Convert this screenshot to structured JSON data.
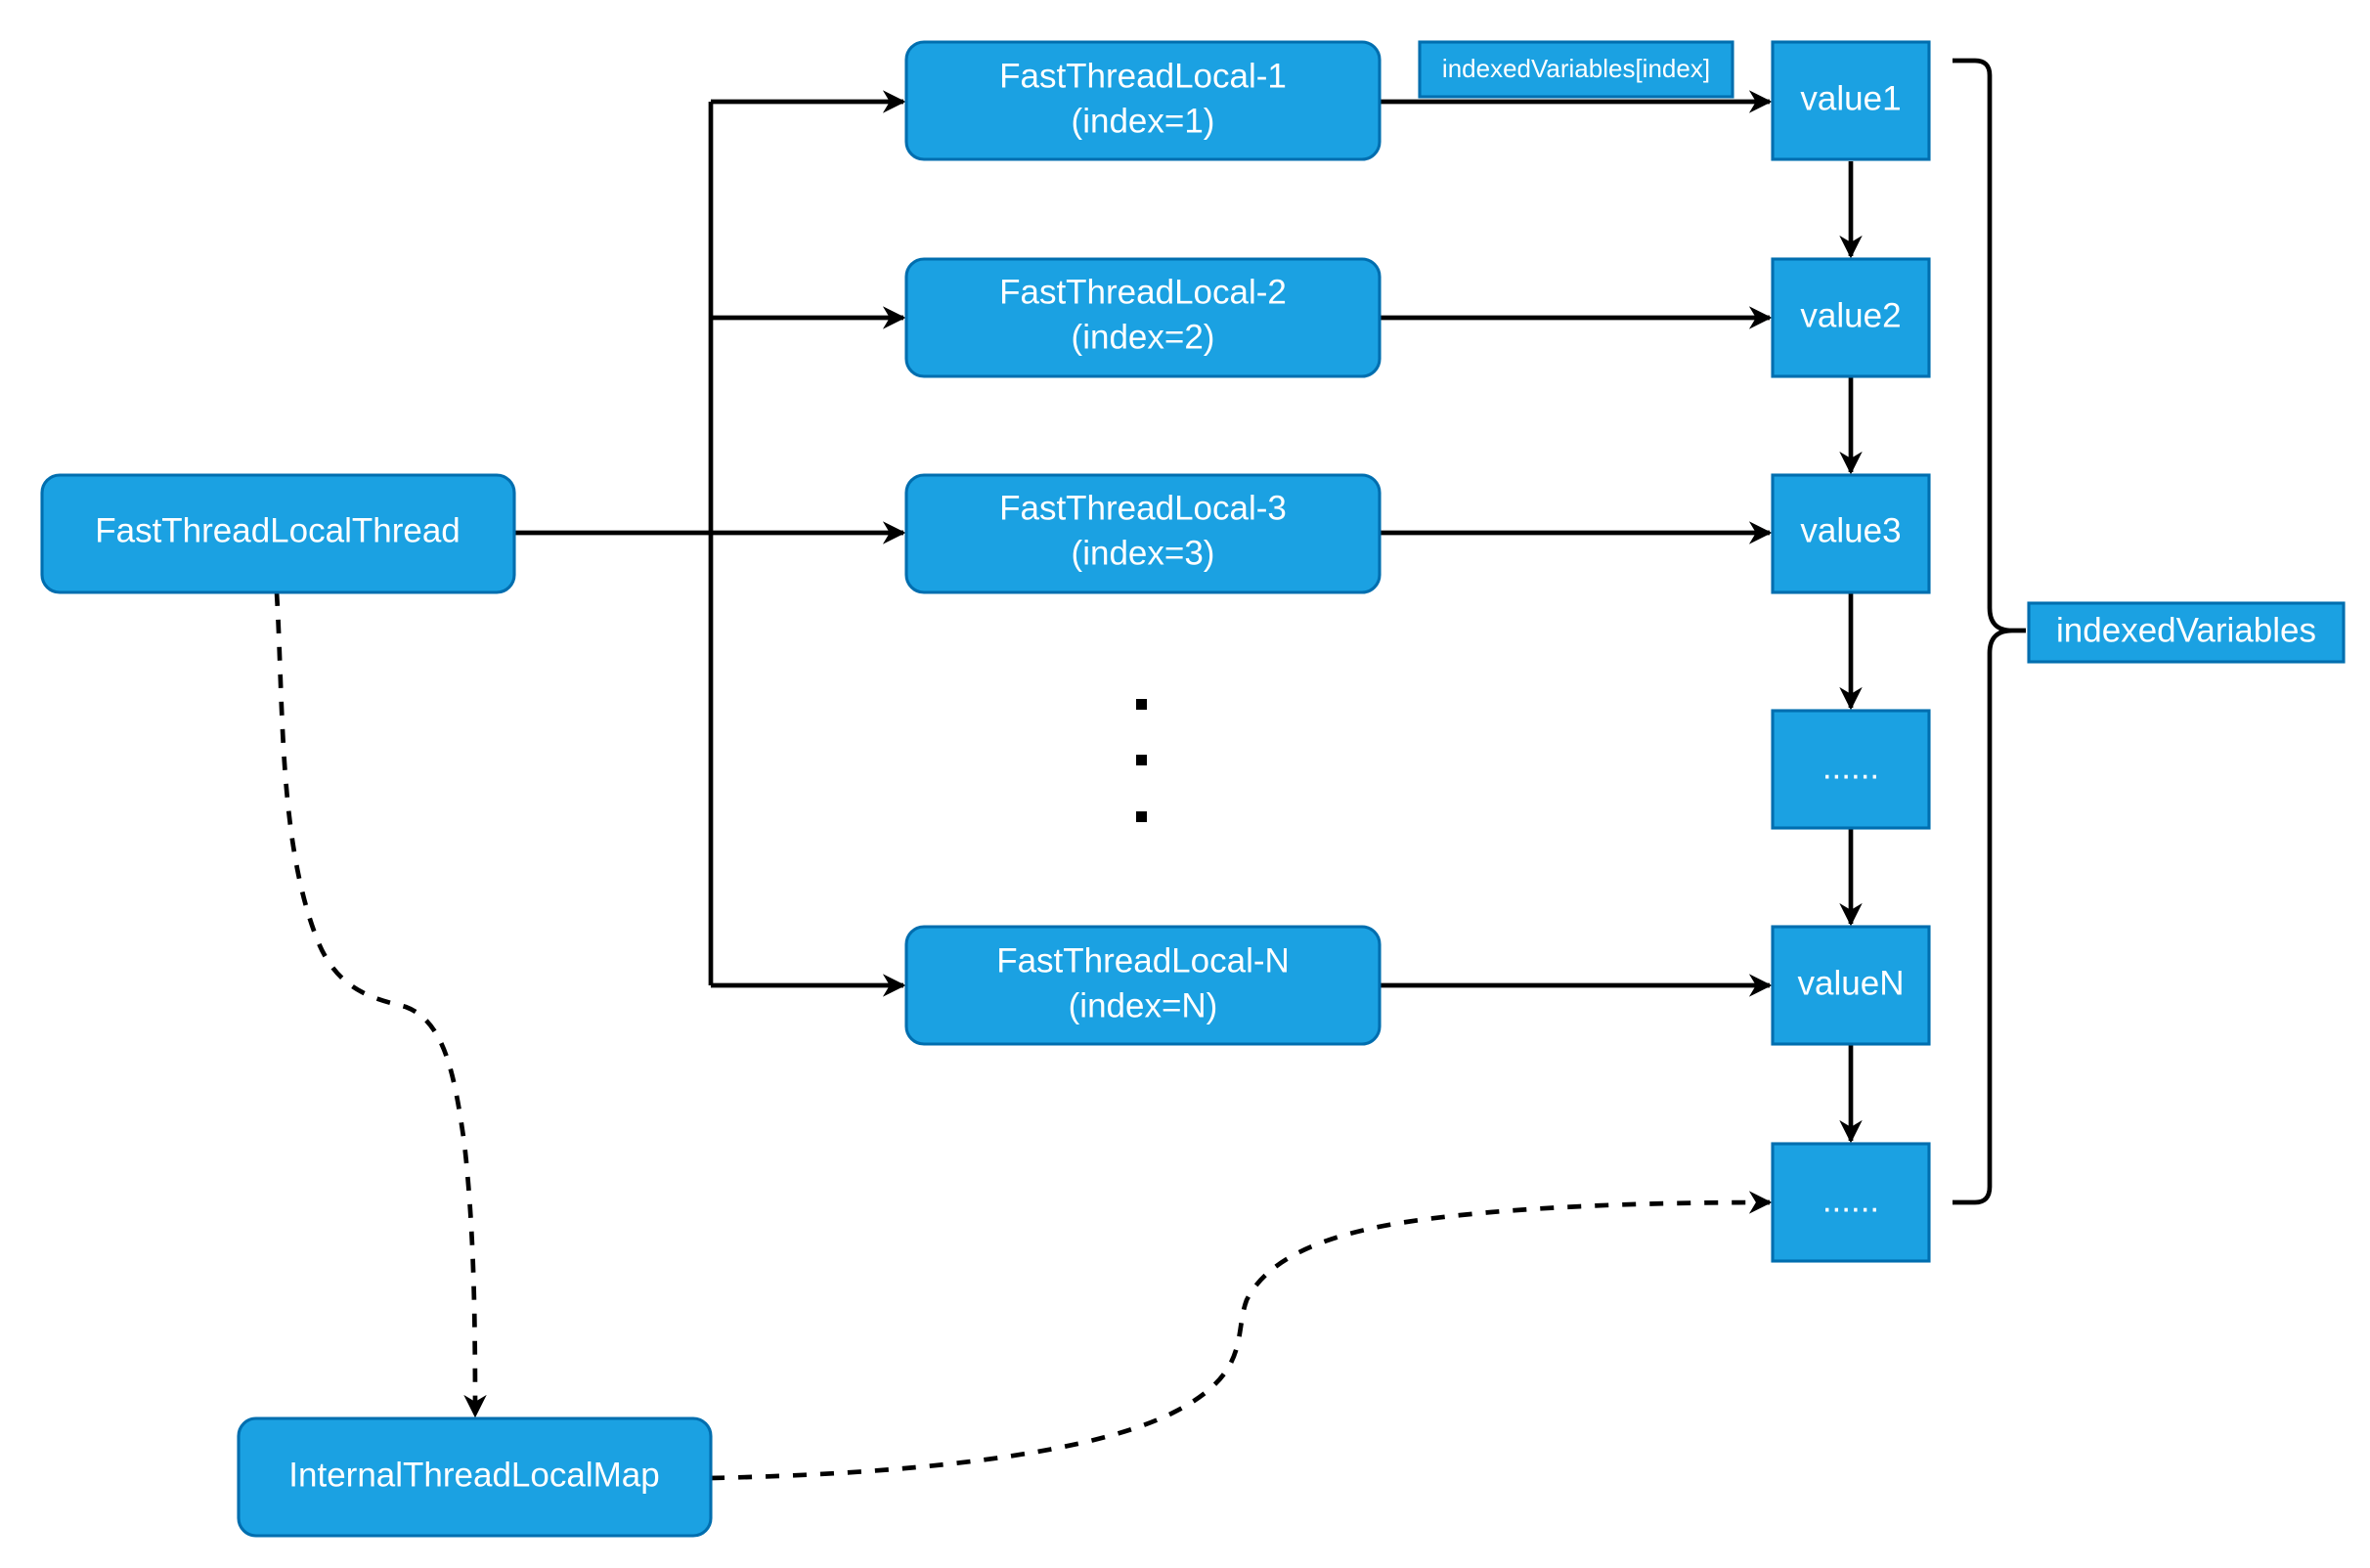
{
  "diagram": {
    "thread_node": "FastThreadLocalThread",
    "map_node": "InternalThreadLocalMap",
    "thread_locals": [
      {
        "name": "FastThreadLocal-1",
        "index": "(index=1)"
      },
      {
        "name": "FastThreadLocal-2",
        "index": "(index=2)"
      },
      {
        "name": "FastThreadLocal-3",
        "index": "(index=3)"
      },
      {
        "name": "FastThreadLocal-N",
        "index": "(index=N)"
      }
    ],
    "values": [
      "value1",
      "value2",
      "value3",
      "......",
      "valueN",
      "......"
    ],
    "edge_label": "indexedVariables[index]",
    "brace_label": "indexedVariables",
    "colors": {
      "node_fill": "#1ba1e2",
      "node_stroke": "#006eaf",
      "node_text": "#ffffff",
      "edge": "#000000"
    }
  }
}
